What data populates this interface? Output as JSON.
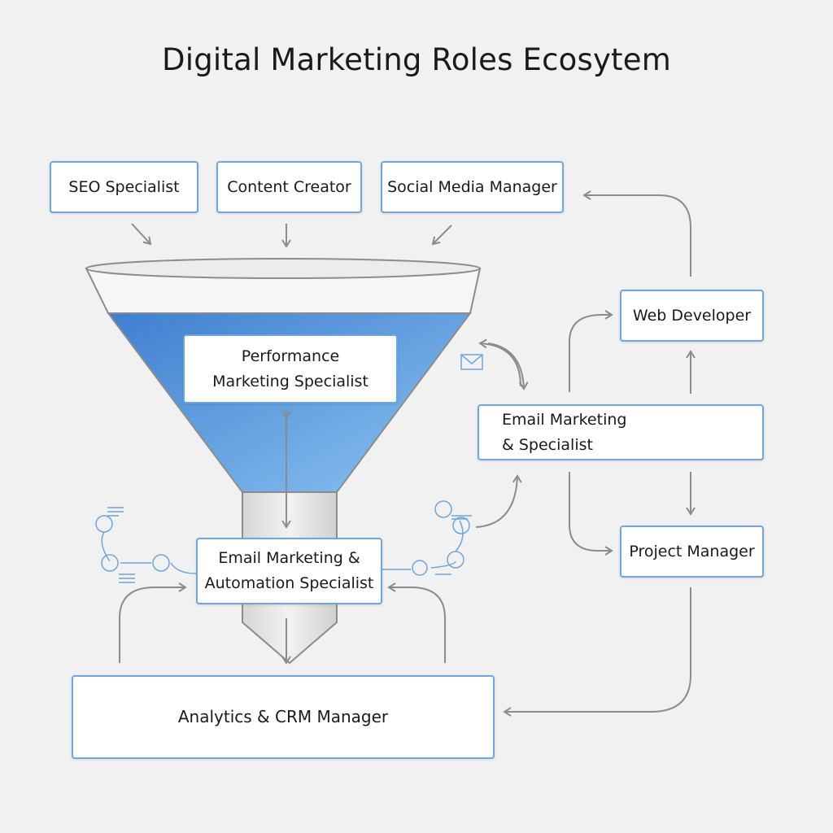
{
  "title": "Digital Marketing Roles Ecosytem",
  "roles": {
    "seo": "SEO Specialist",
    "content": "Content Creator",
    "social": "Social Media Manager",
    "web": "Web Developer",
    "performance": "Performance Marketing Specialist",
    "email_specialist": "Email Marketing & Specialist",
    "project": "Project Manager",
    "email_automation": "Email Marketing & Automation Specialist",
    "analytics": "Analytics & CRM Manager"
  },
  "colors": {
    "accent": "#6fa6dc",
    "funnel_blue": "#4a8ad6",
    "arrow": "#8c8c8c"
  }
}
